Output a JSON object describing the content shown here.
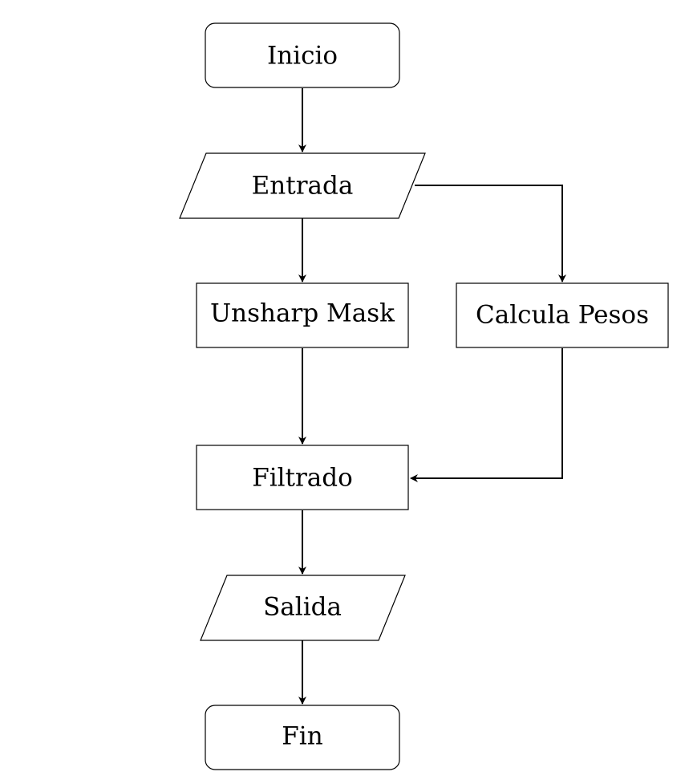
{
  "diagram": {
    "type": "flowchart",
    "line_color": "#000000",
    "background": "#ffffff",
    "nodes": [
      {
        "id": "inicio",
        "shape": "terminal",
        "label": "Inicio"
      },
      {
        "id": "entrada",
        "shape": "input-output",
        "label": "Entrada"
      },
      {
        "id": "unsharp",
        "shape": "process",
        "label": "Unsharp Mask"
      },
      {
        "id": "pesos",
        "shape": "process",
        "label": "Calcula Pesos"
      },
      {
        "id": "filtrado",
        "shape": "process",
        "label": "Filtrado"
      },
      {
        "id": "salida",
        "shape": "input-output",
        "label": "Salida"
      },
      {
        "id": "fin",
        "shape": "terminal",
        "label": "Fin"
      }
    ],
    "edges": [
      {
        "from": "inicio",
        "to": "entrada"
      },
      {
        "from": "entrada",
        "to": "unsharp"
      },
      {
        "from": "entrada",
        "to": "pesos"
      },
      {
        "from": "unsharp",
        "to": "filtrado"
      },
      {
        "from": "pesos",
        "to": "filtrado"
      },
      {
        "from": "filtrado",
        "to": "salida"
      },
      {
        "from": "salida",
        "to": "fin"
      }
    ]
  }
}
